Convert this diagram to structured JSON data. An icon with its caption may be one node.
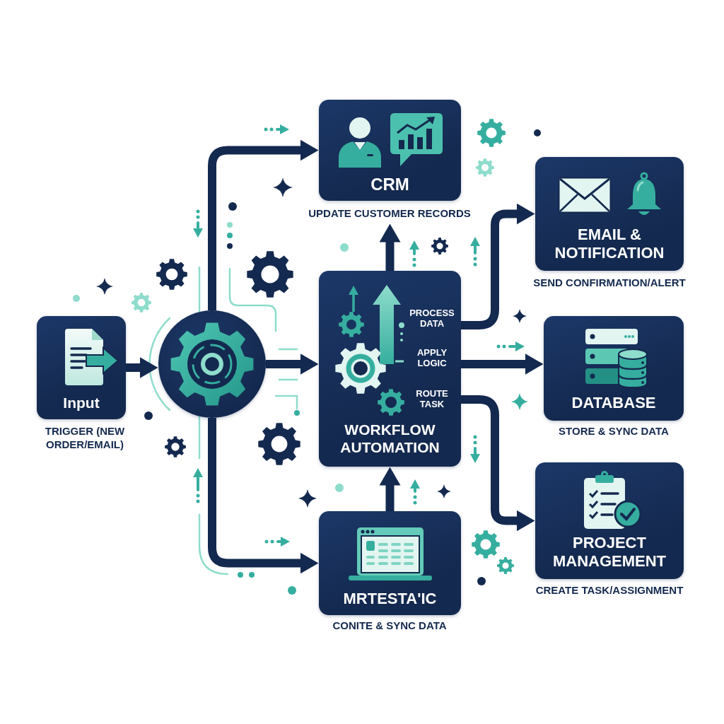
{
  "diagram": {
    "nodes": [
      {
        "text": [
          "Input"
        ],
        "beside": [
          "TRIGGER (NEW ORDER/EMAIL)"
        ]
      },
      {
        "text": [],
        "shape": "circle"
      },
      {
        "text": [
          "CRM"
        ],
        "beside": [
          "UPDATE CUSTOMER RECORDS"
        ]
      },
      {
        "text": [
          "PROCESS DATA",
          "APPLY LOGIC",
          "ROUTE TASK",
          "WORKFLOW AUTOMATION"
        ]
      },
      {
        "text": [
          "EMAIL & NOTIFICATION"
        ],
        "beside": [
          "SEND CONFIRMATION/ALERT"
        ]
      },
      {
        "text": [
          "DATABASE"
        ],
        "beside": [
          "STORE & SYNC DATA"
        ]
      },
      {
        "text": [
          "MRTESTA'IC"
        ],
        "beside": [
          "CONITE & SYNC DATA"
        ]
      },
      {
        "text": [
          "PROJECT MANAGEMENT"
        ],
        "beside": [
          "CREATE TASK/ASSIGNMENT"
        ]
      }
    ],
    "edges": [
      {
        "from": 0,
        "to": 1,
        "arrow": "to"
      },
      {
        "from": 1,
        "to": 2,
        "arrow": "to"
      },
      {
        "from": 1,
        "to": 3,
        "arrow": "to"
      },
      {
        "from": 1,
        "to": 6,
        "arrow": "to"
      },
      {
        "from": 3,
        "to": 2,
        "arrow": "to"
      },
      {
        "from": 6,
        "to": 3,
        "arrow": "to"
      },
      {
        "from": 3,
        "to": 4,
        "arrow": "to"
      },
      {
        "from": 3,
        "to": 5,
        "arrow": "to"
      },
      {
        "from": 3,
        "to": 7,
        "arrow": "to"
      }
    ]
  }
}
